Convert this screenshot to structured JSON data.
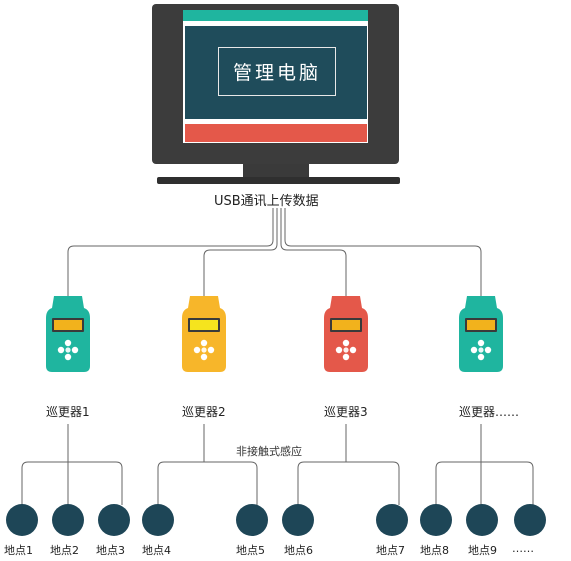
{
  "computer": {
    "label": "管理电脑"
  },
  "connection": {
    "label": "USB通讯上传数据"
  },
  "contact": {
    "label": "非接触式感应"
  },
  "devices": [
    {
      "label": "巡更器1",
      "color": "#1fb59f",
      "screen": "#f2b21c"
    },
    {
      "label": "巡更器2",
      "color": "#f7b62a",
      "screen": "#f5e41e"
    },
    {
      "label": "巡更器3",
      "color": "#e4584a",
      "screen": "#f2b21c"
    },
    {
      "label": "巡更器……",
      "color": "#1fb59f",
      "screen": "#f2b21c"
    }
  ],
  "sites": [
    "地点1",
    "地点2",
    "地点3",
    "地点4",
    "地点5",
    "地点6",
    "地点7",
    "地点8",
    "地点9",
    "……"
  ],
  "colors": {
    "node": "#1e4657",
    "line": "#666666"
  }
}
